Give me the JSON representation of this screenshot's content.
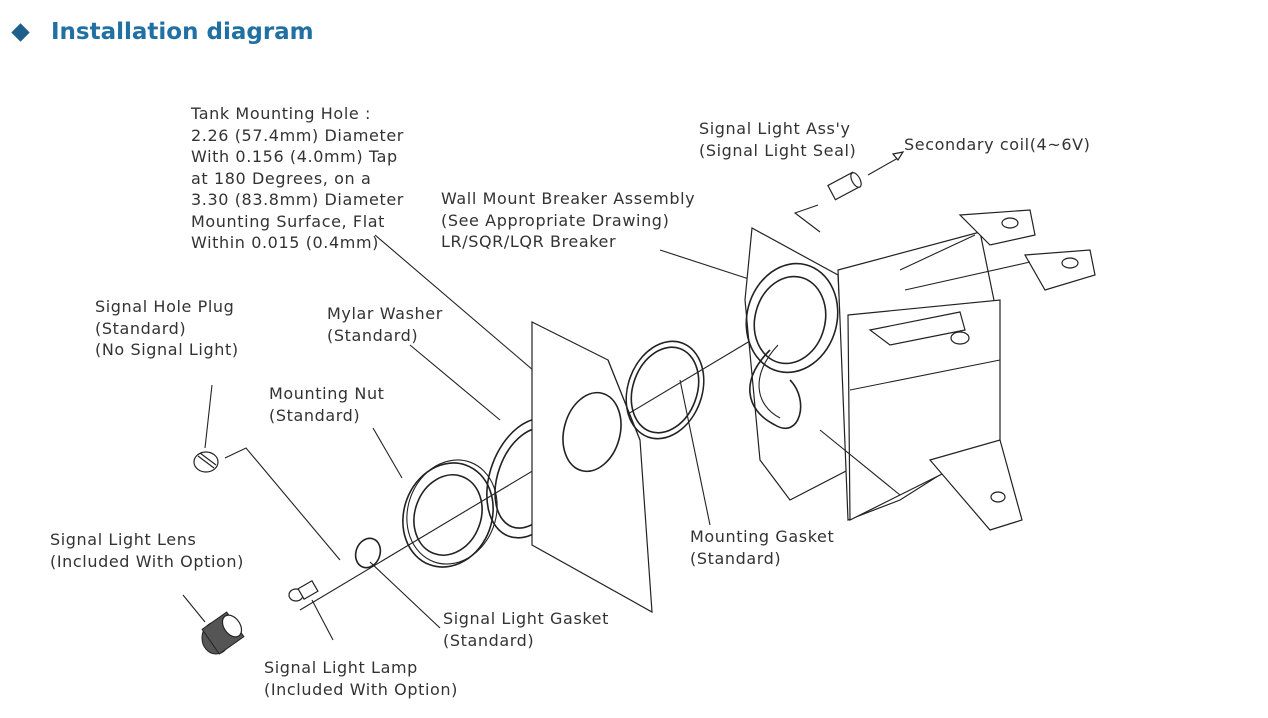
{
  "header": {
    "title": "Installation diagram",
    "bullet_color": "#1f5f8b",
    "title_color": "#2170a3"
  },
  "labels": {
    "tank_mounting_hole": "Tank Mounting Hole :\n2.26 (57.4mm) Diameter\nWith 0.156 (4.0mm) Tap\nat 180 Degrees, on a\n3.30 (83.8mm) Diameter\nMounting Surface, Flat\nWithin 0.015 (0.4mm)",
    "signal_light_assy": "Signal Light Ass'y\n(Signal Light Seal)",
    "secondary_coil": "Secondary coil(4~6V)",
    "wall_mount_breaker": "Wall Mount Breaker Assembly\n(See Appropriate Drawing)\nLR/SQR/LQR Breaker",
    "signal_hole_plug": "Signal Hole Plug\n(Standard)\n(No Signal Light)",
    "mylar_washer": "Mylar Washer\n(Standard)",
    "mounting_nut": "Mounting Nut\n(Standard)",
    "signal_light_lens": "Signal Light Lens\n(Included With Option)",
    "mounting_gasket": "Mounting Gasket\n(Standard)",
    "signal_light_gasket": "Signal Light Gasket\n(Standard)",
    "signal_light_lamp": "Signal Light Lamp\n(Included With Option)"
  }
}
